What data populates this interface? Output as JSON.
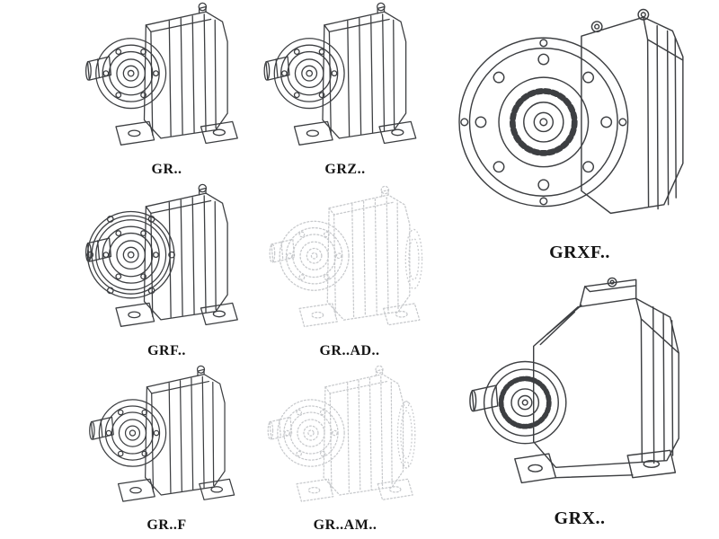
{
  "page": {
    "background": "#ffffff"
  },
  "drawing_colors": {
    "ink": "#3d3f42",
    "faded": "#c7c9cc",
    "label_text": "#141414"
  },
  "products": [
    {
      "id": "GR",
      "label": "GR..",
      "style": "solid",
      "drawing": "inline-helical-gearbox"
    },
    {
      "id": "GRZ",
      "label": "GRZ..",
      "style": "solid",
      "drawing": "inline-helical-gearbox"
    },
    {
      "id": "GRXF",
      "label": "GRXF..",
      "style": "solid",
      "drawing": "flange-mounted-gearbox-front-view"
    },
    {
      "id": "GRF",
      "label": "GRF..",
      "style": "solid",
      "drawing": "flange-inline-gearbox"
    },
    {
      "id": "GRAD",
      "label": "GR..AD..",
      "style": "faded",
      "drawing": "inline-gearbox-with-input-adapter"
    },
    {
      "id": "GRF2",
      "label": "GR..F",
      "style": "solid",
      "drawing": "foot-mounted-inline-gearbox"
    },
    {
      "id": "GRAM",
      "label": "GR..AM..",
      "style": "faded",
      "drawing": "inline-gearbox-with-motor-adapter"
    },
    {
      "id": "GRX",
      "label": "GRX..",
      "style": "solid",
      "drawing": "single-stage-helical-gearbox"
    }
  ]
}
